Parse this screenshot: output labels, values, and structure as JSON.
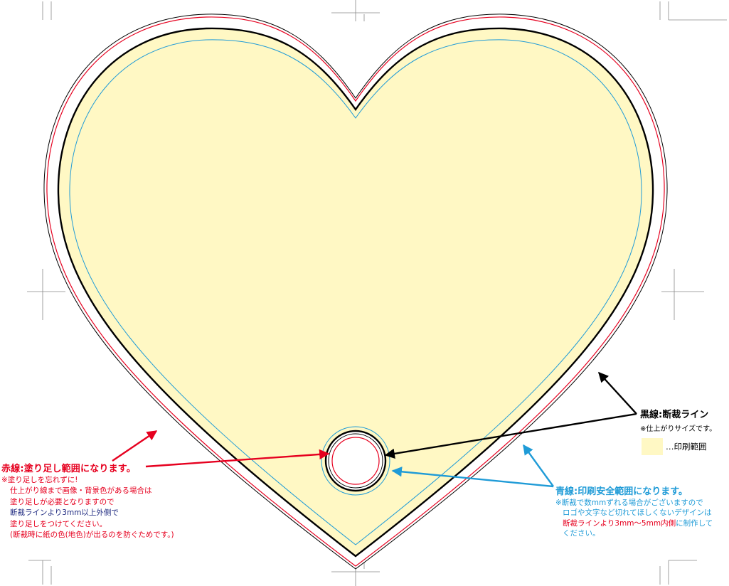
{
  "colors": {
    "fill": "#fff8c4",
    "cut_line": "#000000",
    "bleed_line": "#e6001f",
    "safe_line": "#1f9bd7",
    "navy_text": "#1f2a80"
  },
  "bleed": {
    "title": "赤線:塗り足し範囲になります。",
    "notes": [
      "※塗り足しを忘れずに!",
      "仕上がり線まで画像・背景色がある場合は",
      "塗り足しが必要となりますので"
    ],
    "note_navy": "断裁ラインより3mm以上外側で",
    "notes_after": [
      "塗り足しをつけてください。",
      "(断裁時に紙の色(地色)が出るのを防ぐためです。)"
    ]
  },
  "cut": {
    "title": "黒線:断裁ライン",
    "note": "※仕上がりサイズです。"
  },
  "legend": {
    "label": "…印刷範囲"
  },
  "safe": {
    "title": "青線:印刷安全範囲になります。",
    "note_1": "※断裁で数mmずれる場合がございますので",
    "note_2": "ロゴや文字など切れてほしくないデザインは",
    "note_3_red": "断裁ラインより3mm〜5mm内側",
    "note_3_blue": "に制作して",
    "note_4": "ください。"
  }
}
